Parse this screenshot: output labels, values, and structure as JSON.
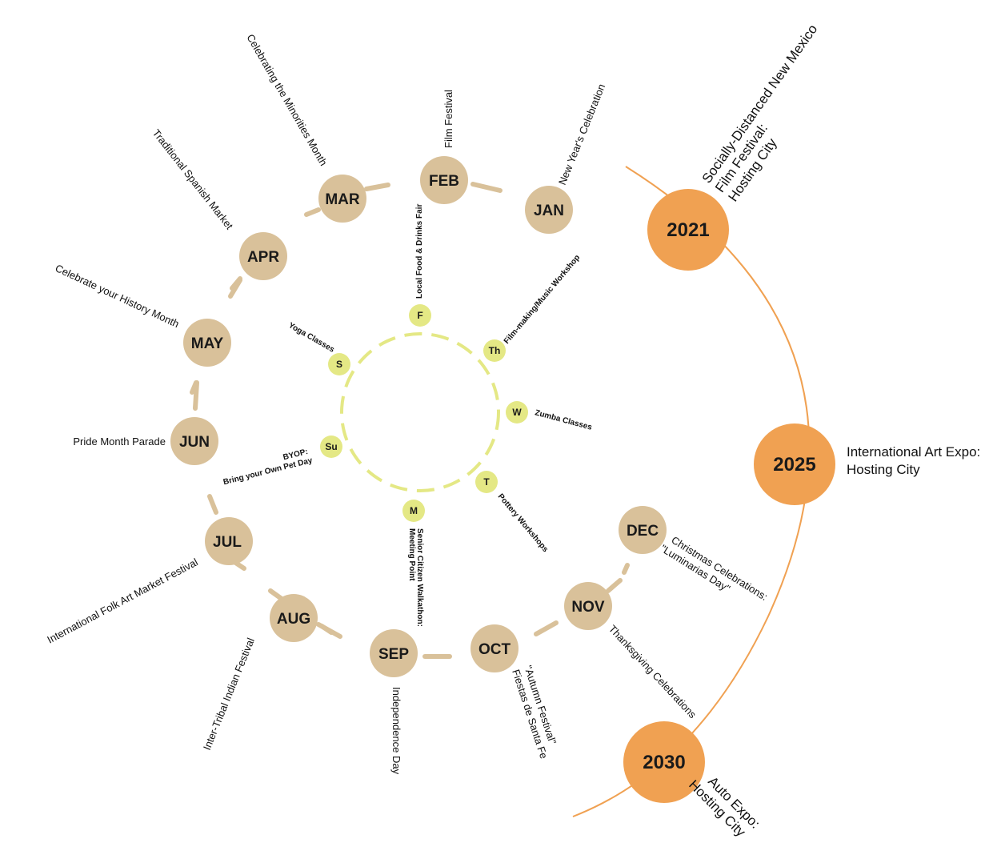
{
  "colors": {
    "month": "#d9c19a",
    "day": "#e4e885",
    "year": "#f0a152"
  },
  "months": [
    {
      "label": "JAN",
      "event": [
        "New Year's Celebration"
      ]
    },
    {
      "label": "FEB",
      "event": [
        "Film Festival"
      ]
    },
    {
      "label": "MAR",
      "event": [
        "Celebrating the Minorities Month"
      ]
    },
    {
      "label": "APR",
      "event": [
        "Traditional Spanish Market"
      ]
    },
    {
      "label": "MAY",
      "event": [
        "Celebrate your History Month"
      ]
    },
    {
      "label": "JUN",
      "event": [
        "Pride Month Parade"
      ]
    },
    {
      "label": "JUL",
      "event": [
        "International Folk Art Market Festival"
      ]
    },
    {
      "label": "AUG",
      "event": [
        "Inter-Tribal Indian Festival"
      ]
    },
    {
      "label": "SEP",
      "event": [
        "Independence Day"
      ]
    },
    {
      "label": "OCT",
      "event": [
        "Fiestas de Santa Fe",
        "\"Autumn Festival\""
      ]
    },
    {
      "label": "NOV",
      "event": [
        "Thanksgiving Celebrations"
      ]
    },
    {
      "label": "DEC",
      "event": [
        "Christmas Celebrations:",
        "\"Luminarias Day\""
      ]
    }
  ],
  "days": [
    {
      "label": "F",
      "event": [
        "Local Food & Drinks Fair"
      ]
    },
    {
      "label": "Th",
      "event": [
        "Film-making/Music Workshop"
      ]
    },
    {
      "label": "W",
      "event": [
        "Zumba Classes"
      ]
    },
    {
      "label": "T",
      "event": [
        "Pottery Workshops"
      ]
    },
    {
      "label": "M",
      "event": [
        "Senior Citizen Walkathon:",
        "Meeting Point"
      ]
    },
    {
      "label": "Su",
      "event": [
        "BYOP:",
        "Bring your Own Pet Day"
      ]
    },
    {
      "label": "S",
      "event": [
        "Yoga Classes"
      ]
    }
  ],
  "years": [
    {
      "label": "2021",
      "event": [
        "Socially-Distanced New Mexico",
        "Film Festival:",
        "Hosting City"
      ]
    },
    {
      "label": "2025",
      "event": [
        "International Art Expo:",
        "Hosting City"
      ]
    },
    {
      "label": "2030",
      "event": [
        "Auto Expo:",
        "Hosting City"
      ]
    }
  ]
}
